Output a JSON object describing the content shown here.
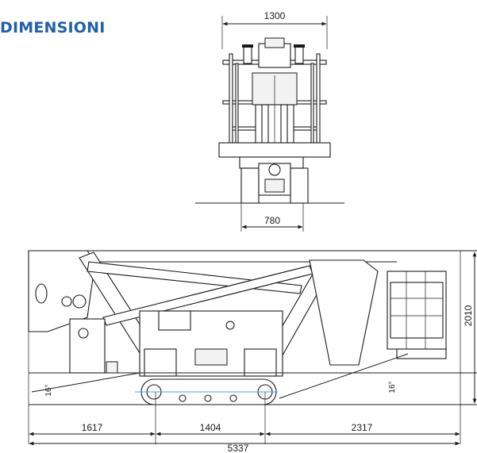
{
  "title": "DIMENSIONI",
  "dimensions": {
    "top_width": "1300",
    "track_width": "780",
    "rear_overhang": "1617",
    "track_length": "1404",
    "front_overhang": "2317",
    "total_length": "5337",
    "height": "2010",
    "angle_left": "16°",
    "angle_right": "16°"
  },
  "colors": {
    "title": "#1f5fae",
    "line": "#1a1a1a",
    "accent_line": "#4aa3df"
  }
}
